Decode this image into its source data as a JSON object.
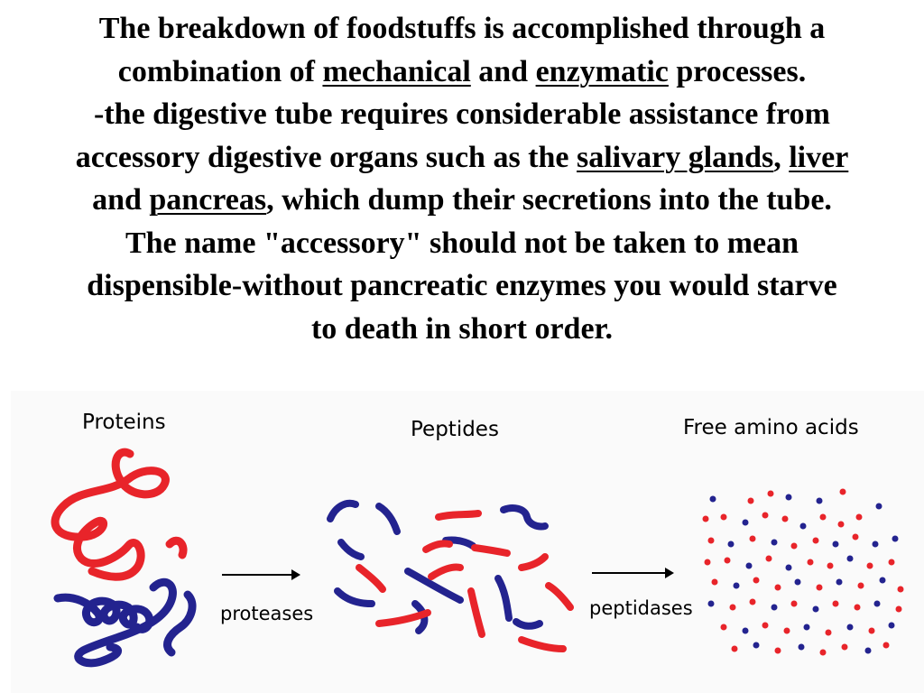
{
  "text": {
    "line1": "The breakdown of foodstuffs is accomplished through a",
    "line2_pre": "combination of ",
    "term_mechanical": "mechanical",
    "line2_mid": " and ",
    "term_enzymatic": "enzymatic",
    "line2_post": " processes.",
    "line3": "-the digestive tube requires considerable assistance from",
    "line4_pre": "accessory digestive organs such as the ",
    "term_salivary": "salivary glands",
    "comma1": ", ",
    "term_liver": "liver",
    "line5_pre": "and ",
    "term_pancreas": "pancreas",
    "line5_post": ", which dump their secretions into the tube.",
    "line6": "The name \"accessory\" should not be taken to mean",
    "line7": "dispensible-without pancreatic enzymes you would starve",
    "line8": "to death in short order."
  },
  "diagram": {
    "stage1": "Proteins",
    "stage2": "Peptides",
    "stage3": "Free amino acids",
    "enzyme1": "proteases",
    "enzyme2": "peptidases",
    "colors": {
      "red": "#e8242a",
      "blue": "#23238f",
      "arrow": "#000000"
    }
  }
}
